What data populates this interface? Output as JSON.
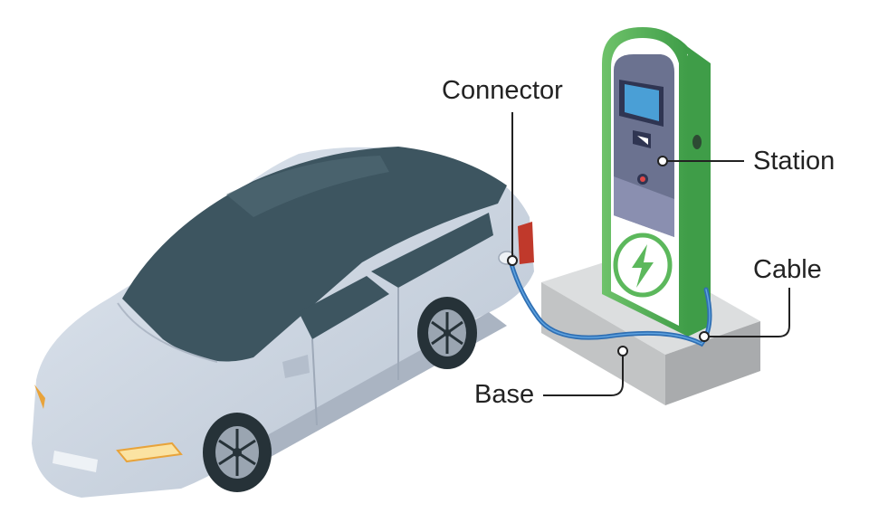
{
  "labels": {
    "connector": "Connector",
    "station": "Station",
    "cable": "Cable",
    "base": "Base"
  },
  "colors": {
    "car_body": "#c9d3e0",
    "car_glass": "#3d5560",
    "station_green": "#4caf50",
    "station_panel": "#6b7290",
    "screen": "#4a9fd6",
    "cable": "#2f6fb3",
    "base": "#c6c8c9",
    "leader_line": "#222222"
  },
  "icons": [
    "lightning-bolt-icon",
    "screen-icon",
    "card-slot-icon",
    "indicator-light-icon"
  ]
}
